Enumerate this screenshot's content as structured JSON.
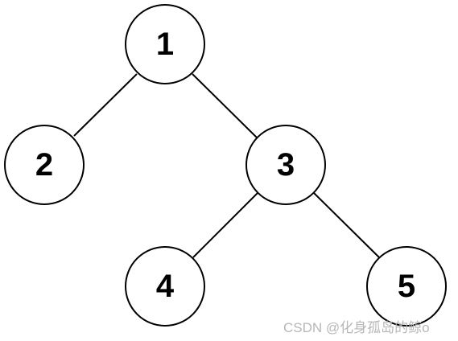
{
  "diagram": {
    "type": "binary-tree",
    "nodes": [
      {
        "id": "n1",
        "label": "1"
      },
      {
        "id": "n2",
        "label": "2"
      },
      {
        "id": "n3",
        "label": "3"
      },
      {
        "id": "n4",
        "label": "4"
      },
      {
        "id": "n5",
        "label": "5"
      }
    ],
    "edges": [
      {
        "from": "n1",
        "to": "n2"
      },
      {
        "from": "n1",
        "to": "n3"
      },
      {
        "from": "n3",
        "to": "n4"
      },
      {
        "from": "n3",
        "to": "n5"
      }
    ]
  },
  "watermark": {
    "text": "CSDN @化身孤岛的鲸o"
  },
  "colors": {
    "stroke": "#000000",
    "fill": "#ffffff",
    "watermark": "#b7b7b7"
  }
}
